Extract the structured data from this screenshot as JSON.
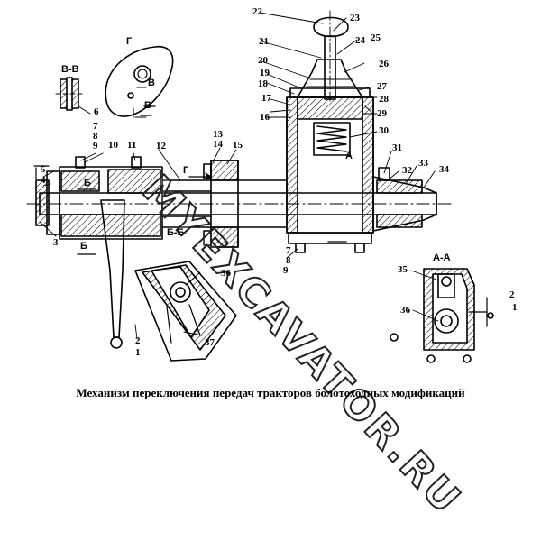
{
  "caption": "Механизм переключения передач тракторов  болотоходных модификаций",
  "watermark": "MYEXCAVATOR.RU",
  "section_labels": {
    "view_g_top": "Г",
    "section_vv": "В-В",
    "section_aa": "А-А",
    "section_bb": "Б-Б",
    "cut_g_arrow": "Г",
    "cut_b_top": "Б",
    "cut_b_bottom": "Б",
    "cut_v_1": "В",
    "cut_v_2": "В",
    "cut_a": "А"
  },
  "callouts": {
    "n1": "1",
    "n1b": "1",
    "n2": "2",
    "n2b": "2",
    "n3": "3",
    "n4": "4",
    "n5": "5",
    "n6": "6",
    "n7": "7",
    "n7b": "7",
    "n8": "8",
    "n8b": "8",
    "n9": "9",
    "n9b": "9",
    "n10": "10",
    "n11": "11",
    "n12": "12",
    "n13": "13",
    "n14": "14",
    "n15": "15",
    "n16": "16",
    "n17": "17",
    "n18": "18",
    "n19": "19",
    "n20": "20",
    "n21": "21",
    "n22": "22",
    "n23": "23",
    "n24": "24",
    "n25": "25",
    "n26": "26",
    "n27": "27",
    "n28": "28",
    "n29": "29",
    "n30": "30",
    "n31": "31",
    "n32": "32",
    "n33": "33",
    "n34": "34",
    "n35": "35",
    "n36": "36",
    "n36b": "36",
    "n37": "37"
  }
}
